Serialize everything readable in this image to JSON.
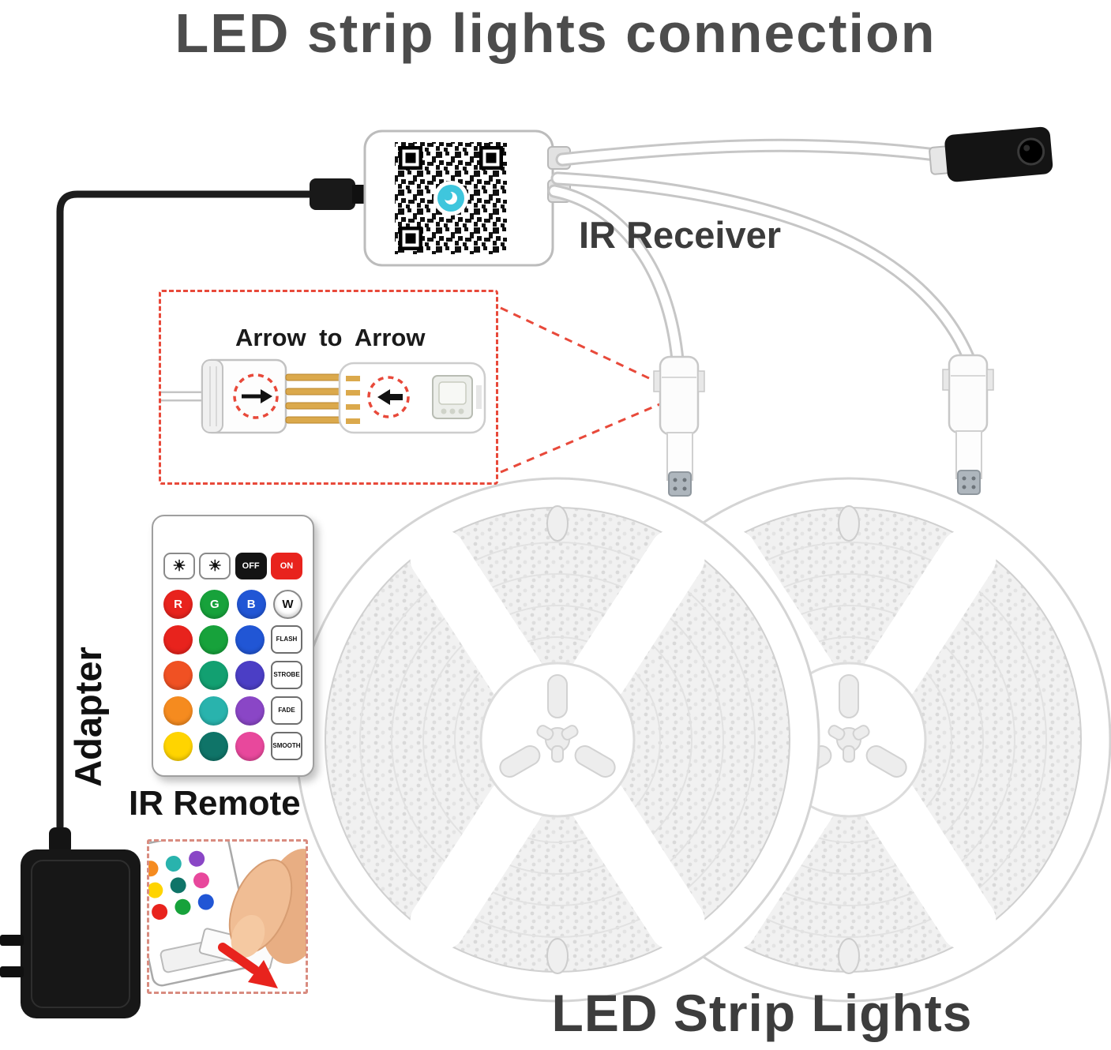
{
  "title": "LED strip lights connection",
  "labels": {
    "ir_receiver": "IR Receiver",
    "arrow_to_arrow": "Arrow to Arrow",
    "adapter": "Adapter",
    "ir_remote": "IR Remote",
    "led_strip_lights": "LED Strip Lights"
  },
  "colors": {
    "accent_red": "#e8231d",
    "dashed_callout_red": "#e8493a",
    "qr_logo_cyan": "#3fc6dd",
    "title_gray": "#4c4c4c"
  },
  "remote": {
    "power_row": [
      {
        "label": "☀",
        "bg": "#ffffff",
        "fg": "#111111"
      },
      {
        "label": "☀",
        "bg": "#ffffff",
        "fg": "#111111"
      },
      {
        "label": "OFF",
        "bg": "#141414",
        "fg": "#ffffff"
      },
      {
        "label": "ON",
        "bg": "#e8231d",
        "fg": "#ffffff"
      }
    ],
    "rgbw_row": [
      {
        "label": "R",
        "bg": "#e8231d",
        "fg": "#ffffff"
      },
      {
        "label": "G",
        "bg": "#17a23b",
        "fg": "#ffffff"
      },
      {
        "label": "B",
        "bg": "#2156d5",
        "fg": "#ffffff"
      },
      {
        "label": "W",
        "bg": "#ffffff",
        "fg": "#111111"
      }
    ],
    "function_rows": [
      {
        "c1": "#e8231d",
        "c2": "#17a23b",
        "c3": "#2156d5",
        "label": "FLASH"
      },
      {
        "c1": "#f05123",
        "c2": "#12a071",
        "c3": "#4b3ec5",
        "label": "STROBE"
      },
      {
        "c1": "#f58b1f",
        "c2": "#29b3ad",
        "c3": "#8a46c6",
        "label": "FADE"
      },
      {
        "c1": "#ffd400",
        "c2": "#0f7468",
        "c3": "#e8489c",
        "label": "SMOOTH"
      }
    ]
  }
}
